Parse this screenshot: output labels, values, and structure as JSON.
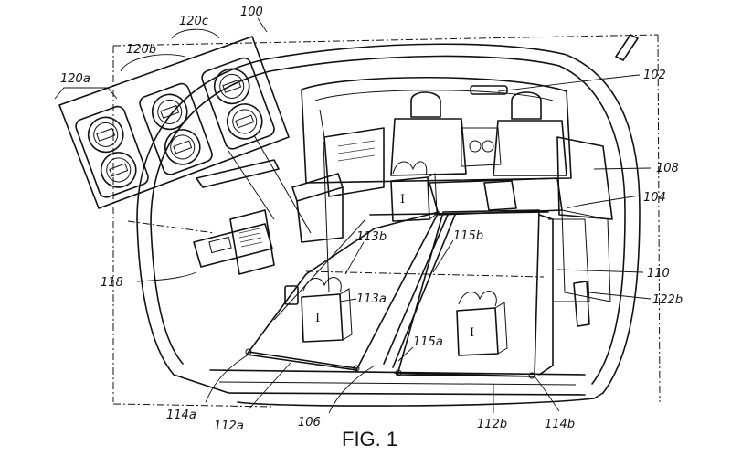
{
  "figure": {
    "caption": "FIG. 1",
    "bag_letter": "I",
    "labels": {
      "l100": "100",
      "l102": "102",
      "l104": "104",
      "l106": "106",
      "l108": "108",
      "l110": "110",
      "l112a": "112a",
      "l112b": "112b",
      "l113a": "113a",
      "l113b": "113b",
      "l114a": "114a",
      "l114b": "114b",
      "l115a": "115a",
      "l115b": "115b",
      "l118": "118",
      "l120a": "120a",
      "l120b": "120b",
      "l120c": "120c",
      "l122b": "122b"
    }
  }
}
